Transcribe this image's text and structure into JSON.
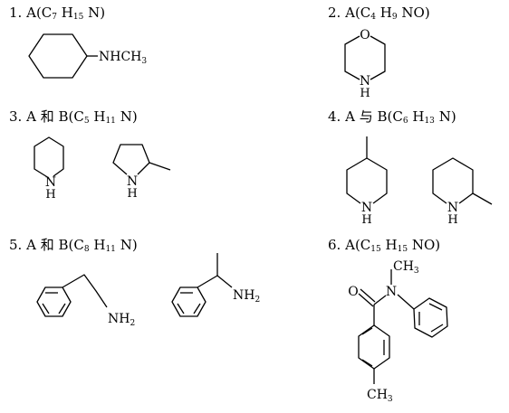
{
  "problems": [
    {
      "num": "1.",
      "label": "A",
      "formula": [
        {
          "t": "C",
          "n": "7"
        },
        {
          "t": "H",
          "n": "15"
        },
        {
          "t": "N",
          "n": ""
        }
      ]
    },
    {
      "num": "2.",
      "label": "A",
      "formula": [
        {
          "t": "C",
          "n": "4"
        },
        {
          "t": "H",
          "n": "9"
        },
        {
          "t": "NO",
          "n": ""
        }
      ]
    },
    {
      "num": "3.",
      "label": "A 和 B",
      "formula": [
        {
          "t": "C",
          "n": "5"
        },
        {
          "t": "H",
          "n": "11"
        },
        {
          "t": "N",
          "n": ""
        }
      ]
    },
    {
      "num": "4.",
      "label": "A 与 B",
      "formula": [
        {
          "t": "C",
          "n": "6"
        },
        {
          "t": "H",
          "n": "13"
        },
        {
          "t": "N",
          "n": ""
        }
      ]
    },
    {
      "num": "5.",
      "label": "A 和 B",
      "formula": [
        {
          "t": "C",
          "n": "8"
        },
        {
          "t": "H",
          "n": "11"
        },
        {
          "t": "N",
          "n": ""
        }
      ]
    },
    {
      "num": "6.",
      "label": "A",
      "formula": [
        {
          "t": "C",
          "n": "15"
        },
        {
          "t": "H",
          "n": "15"
        },
        {
          "t": "NO",
          "n": ""
        }
      ]
    }
  ],
  "atom_labels": {
    "nhch3": "NHCH",
    "nhch3_sub": "3",
    "o": "O",
    "n": "N",
    "h": "H",
    "nh2": "NH",
    "nh2_sub": "2",
    "ch3": "CH",
    "ch3_sub": "3"
  }
}
